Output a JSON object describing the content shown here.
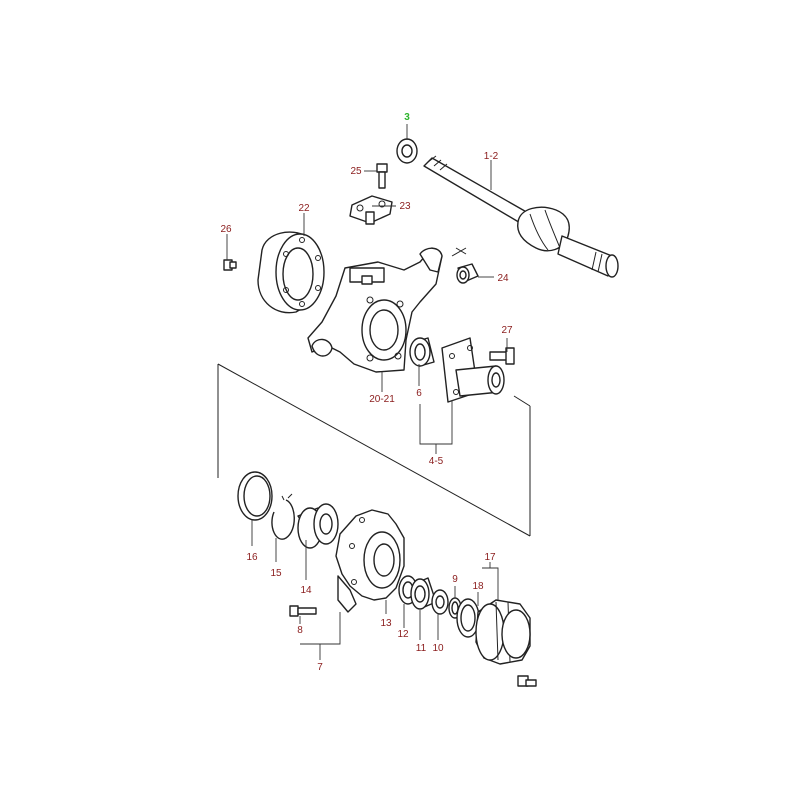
{
  "callouts": {
    "p3": "3",
    "p1_2": "1-2",
    "p25": "25",
    "p23": "23",
    "p22": "22",
    "p26": "26",
    "p24": "24",
    "p27": "27",
    "p6": "6",
    "p20_21": "20-21",
    "p4_5": "4-5",
    "p16": "16",
    "p15": "15",
    "p14": "14",
    "p13": "13",
    "p12": "12",
    "p11": "11",
    "p10": "10",
    "p9": "9",
    "p18": "18",
    "p17": "17",
    "p8": "8",
    "p7": "7"
  },
  "colors": {
    "label": "#8a1c1c",
    "highlight": "#2db52d",
    "line": "#222222"
  }
}
